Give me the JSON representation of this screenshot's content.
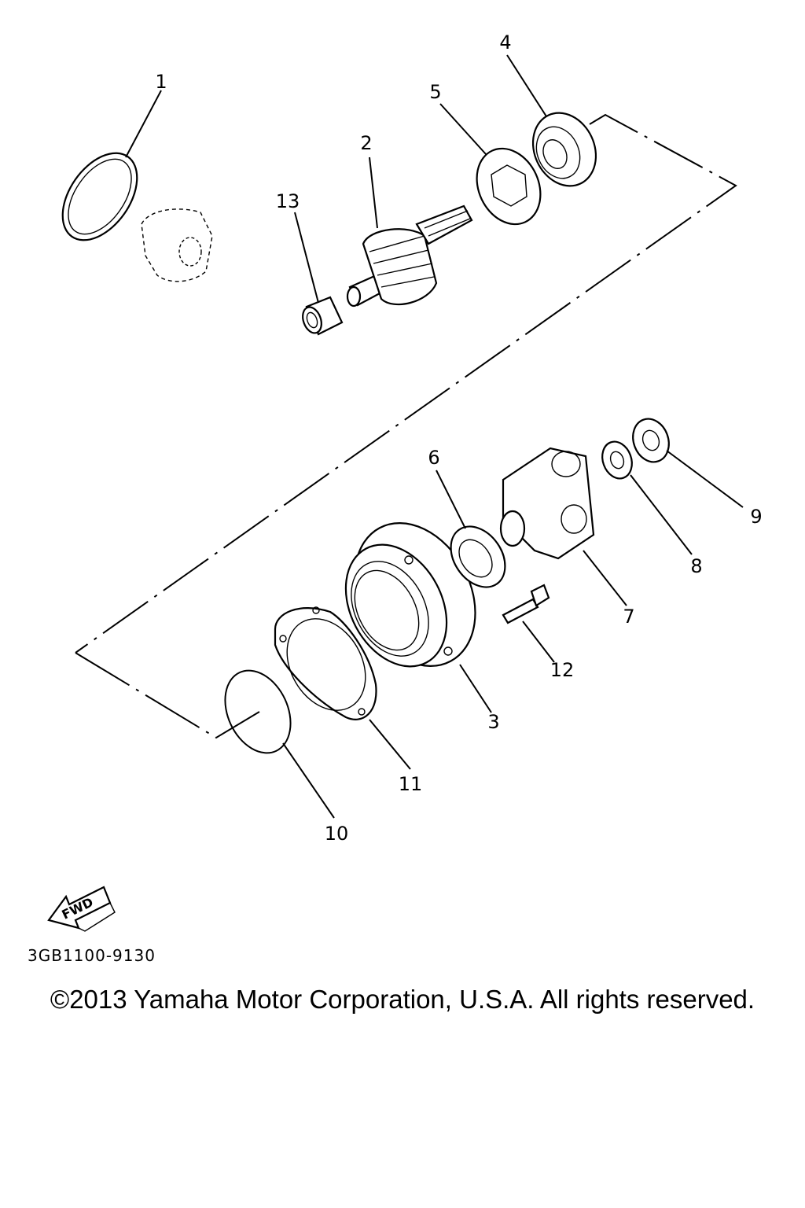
{
  "callouts": {
    "p1": "1",
    "p2": "2",
    "p3": "3",
    "p4": "4",
    "p5": "5",
    "p6": "6",
    "p7": "7",
    "p8": "8",
    "p9": "9",
    "p10": "10",
    "p11": "11",
    "p12": "12",
    "p13": "13"
  },
  "fwd_label": "FWD",
  "diagram_code": "3GB1100-9130",
  "copyright": "©2013 Yamaha Motor Corporation, U.S.A. All rights reserved."
}
